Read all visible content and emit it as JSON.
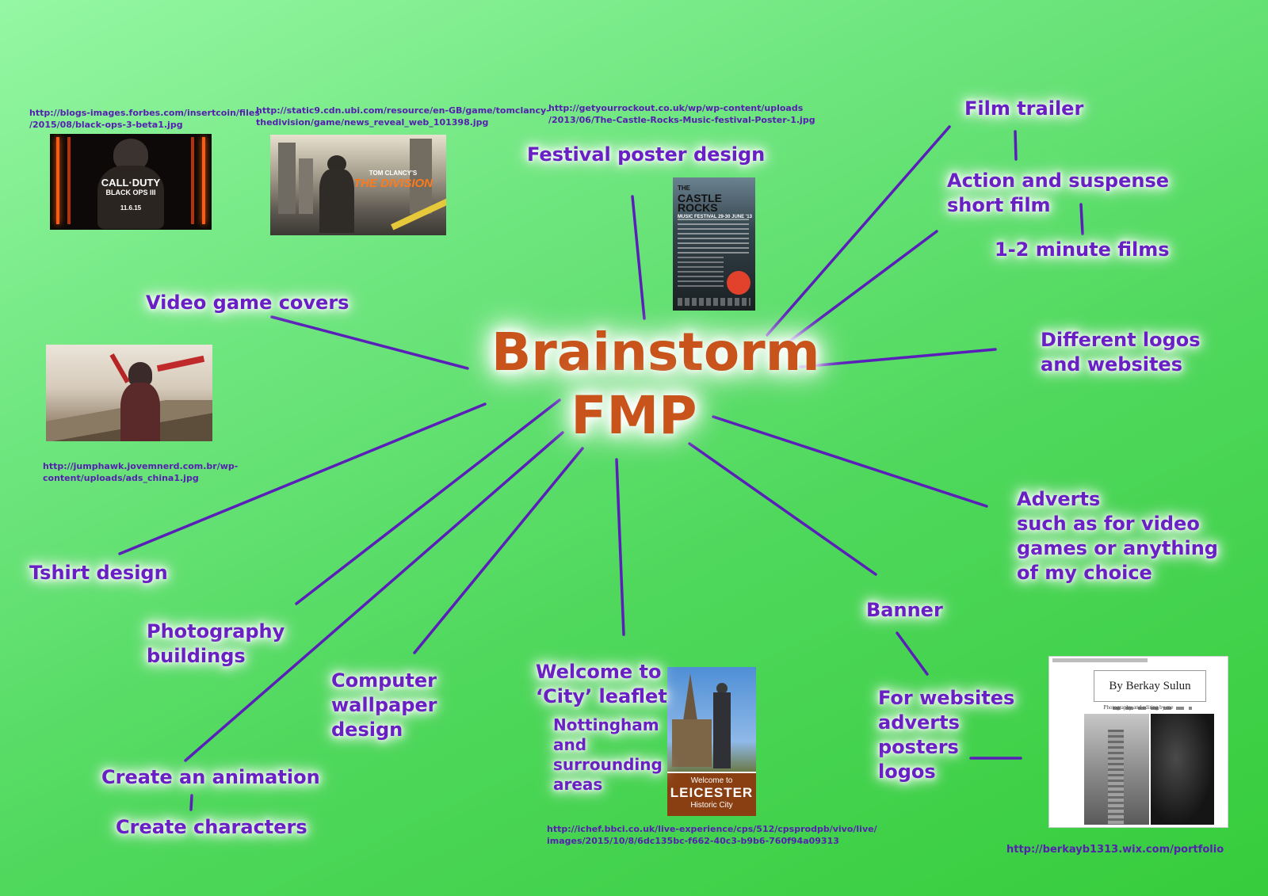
{
  "title": {
    "line1": "Brainstorm",
    "line2": "FMP"
  },
  "labels": {
    "video_game_covers": "Video game covers",
    "festival_poster": "Festival poster design",
    "film_trailer": "Film trailer",
    "action_film_1": "Action and suspense",
    "action_film_2": "short film",
    "minute_films": "1-2 minute films",
    "logos_1": "Different logos",
    "logos_2": "and websites",
    "adverts_1": "Adverts",
    "adverts_2": "such as for video",
    "adverts_3": "games or anything",
    "adverts_4": "of my choice",
    "banner": "Banner",
    "for_websites_1": "For websites",
    "for_websites_2": "adverts",
    "for_websites_3": "posters",
    "for_websites_4": "logos",
    "leaflet_1": "Welcome to",
    "leaflet_2": "‘City’ leaflet",
    "nottingham_1": "Nottingham",
    "nottingham_2": "and",
    "nottingham_3": "surrounding",
    "nottingham_4": "areas",
    "wallpaper_1": "Computer",
    "wallpaper_2": "wallpaper",
    "wallpaper_3": "design",
    "animation": "Create an animation",
    "characters": "Create characters",
    "photography_1": "Photography",
    "photography_2": "buildings",
    "tshirt": "Tshirt design"
  },
  "urls": {
    "forbes_1": "http://blogs-images.forbes.com/insertcoin/files",
    "forbes_2": "/2015/08/black-ops-3-beta1.jpg",
    "ubi_1": "http://static9.cdn.ubi.com/resource/en-GB/game/tomclancy-",
    "ubi_2": "thedivision/game/news_reveal_web_101398.jpg",
    "rockout_1": "http://getyourrockout.co.uk/wp/wp-content/uploads",
    "rockout_2": "/2013/06/The-Castle-Rocks-Music-festival-Poster-1.jpg",
    "jump_1": "http://jumphawk.jovemnerd.com.br/wp-",
    "jump_2": "content/uploads/ads_china1.jpg",
    "bbc_1": "http://ichef.bbci.co.uk/live-experience/cps/512/cpsprodpb/vivo/live/",
    "bbc_2": "images/2015/10/8/6dc135bc-f662-40c3-b9b6-760f94a09313",
    "wix": "http://berkayb1313.wix.com/portfolio"
  },
  "images": {
    "cod_1": "CALL·DUTY",
    "cod_2": "BLACK OPS III",
    "cod_date": "11.6.15",
    "division_1": "TOM CLANCY'S",
    "division_2": "THE DIVISION",
    "castle_1": "THE",
    "castle_2": "CASTLE ROCKS",
    "castle_3": "MUSIC FESTIVAL 29-30 JUNE '13",
    "leicester_1": "Welcome to",
    "leicester_2": "LEICESTER",
    "leicester_3": "Historic City",
    "portfolio_title": "By Berkay Sulun",
    "portfolio_sub": "Photography and editing by me"
  },
  "colors": {
    "line": "#5a1fb8",
    "label": "#6a1fc4",
    "title": "#c8541c"
  }
}
